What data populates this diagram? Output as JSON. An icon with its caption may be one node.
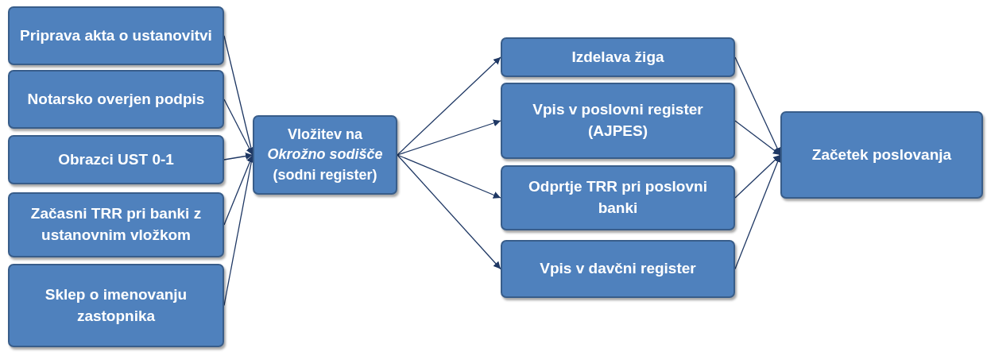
{
  "diagram": {
    "nodes": [
      {
        "text": [
          "Priprava akta o ustanovitvi"
        ]
      },
      {
        "text": [
          "Notarsko overjen podpis"
        ]
      },
      {
        "text": [
          "Obrazci UST 0-1"
        ]
      },
      {
        "text": [
          "Začasni TRR pri banki z ustanovnim vložkom"
        ]
      },
      {
        "text": [
          "Sklep o imenovanju zastopnika"
        ]
      },
      {
        "text": [
          "Vložitev na *Okrožno sodišče* (sodni register)"
        ]
      },
      {
        "text": [
          "Izdelava žiga"
        ]
      },
      {
        "text": [
          "Vpis v poslovni register (AJPES)"
        ]
      },
      {
        "text": [
          "Odprtje TRR pri poslovni banki"
        ]
      },
      {
        "text": [
          "Vpis v davčni register"
        ]
      },
      {
        "text": [
          "Začetek poslovanja"
        ]
      }
    ],
    "edges": [
      {
        "from": 0,
        "to": 5,
        "arrow": "to"
      },
      {
        "from": 1,
        "to": 5,
        "arrow": "to"
      },
      {
        "from": 2,
        "to": 5,
        "arrow": "to"
      },
      {
        "from": 3,
        "to": 5,
        "arrow": "to"
      },
      {
        "from": 4,
        "to": 5,
        "arrow": "to"
      },
      {
        "from": 5,
        "to": 6,
        "arrow": "to"
      },
      {
        "from": 5,
        "to": 7,
        "arrow": "to"
      },
      {
        "from": 5,
        "to": 8,
        "arrow": "to"
      },
      {
        "from": 5,
        "to": 9,
        "arrow": "to"
      },
      {
        "from": 6,
        "to": 10,
        "arrow": "to"
      },
      {
        "from": 7,
        "to": 10,
        "arrow": "to"
      },
      {
        "from": 8,
        "to": 10,
        "arrow": "to"
      },
      {
        "from": 9,
        "to": 10,
        "arrow": "to"
      }
    ]
  }
}
